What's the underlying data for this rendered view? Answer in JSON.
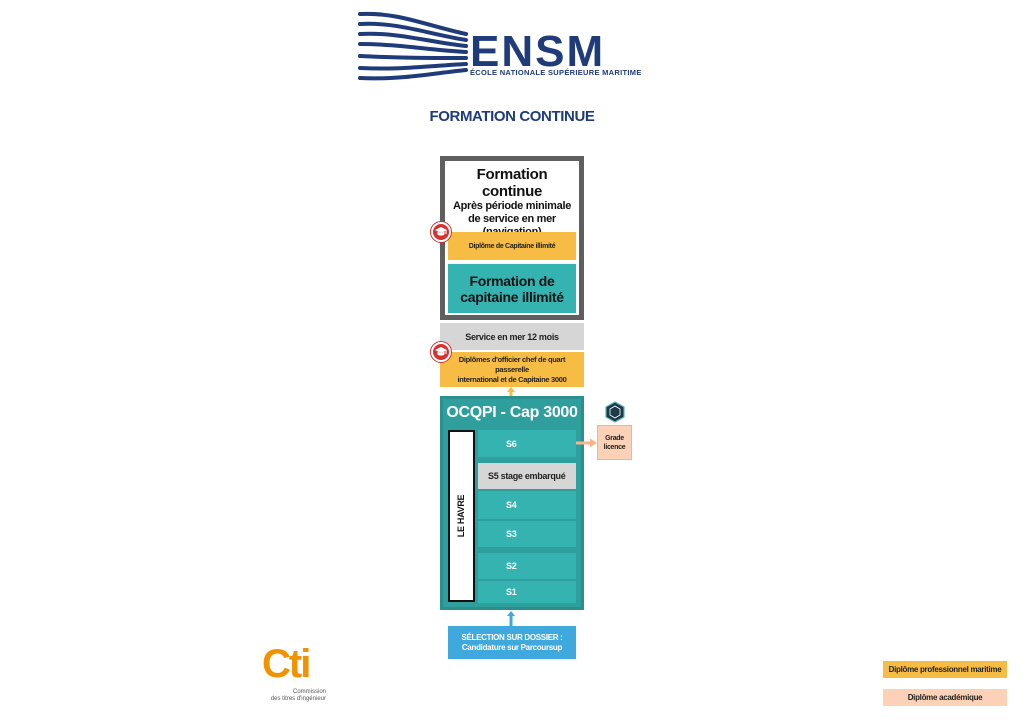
{
  "logo": {
    "name": "ENSM",
    "subtitle": "ÉCOLE NATIONALE SUPÉRIEURE MARITIME"
  },
  "page_title": "FORMATION CONTINUE",
  "capitaine_block": {
    "heading": "Formation continue",
    "subheading_lines": [
      "Après période minimale",
      "de service en mer",
      "(navigation)"
    ],
    "diploma": "Diplôme de Capitaine illimité",
    "formation_lines": [
      "Formation de",
      "capitaine illimité"
    ]
  },
  "service": "Service en mer 12 mois",
  "ocqpi_diploma_lines": [
    "Diplômes d'officier chef de quart passerelle",
    "international et de Capitaine 3000"
  ],
  "ocqpi_block": {
    "title": "OCQPI - Cap 3000",
    "location": "LE HAVRE",
    "semesters": {
      "s6": "S6",
      "s5": "S5 stage embarqué",
      "s4": "S4",
      "s3": "S3",
      "s2": "S2",
      "s1": "S1"
    }
  },
  "grade_lines": [
    "Grade",
    "licence"
  ],
  "selection_lines": [
    "SÉLECTION SUR DOSSIER :",
    "Candidature sur Parcoursup"
  ],
  "cti": {
    "logo": "Cti",
    "subtitle_lines": [
      "Commission",
      "des titres d'ingénieur"
    ]
  },
  "legend": {
    "professional": "Diplôme professionnel maritime",
    "academic": "Diplôme académique"
  },
  "icons": {
    "diploma_badge": "graduation-cap-icon",
    "accreditation": "hexagon-seal-icon"
  },
  "colors": {
    "brand": "#1f3b7a",
    "teal": "#34b3b1",
    "yellow": "#f7bc44",
    "peach": "#fbd2b7",
    "grey": "#d6d6d6",
    "blue": "#3fa8dc",
    "badge_red": "#d63031",
    "cti_orange": "#f39200"
  }
}
